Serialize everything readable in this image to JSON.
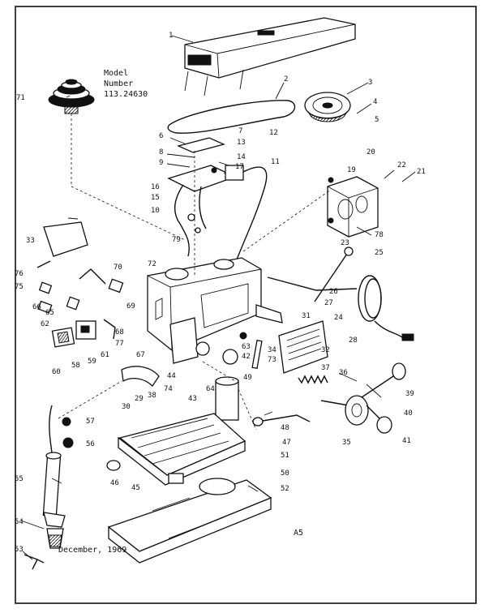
{
  "model": {
    "line1": "Model",
    "line2": "Number",
    "line3": "113.24630"
  },
  "date": "December, 1969",
  "page_code": "A5",
  "callouts": [
    "1",
    "2",
    "3",
    "4",
    "5",
    "6",
    "7",
    "8",
    "9",
    "10",
    "11",
    "12",
    "13",
    "14",
    "15",
    "16",
    "17",
    "19",
    "20",
    "21",
    "22",
    "23",
    "24",
    "25",
    "26",
    "27",
    "28",
    "29",
    "30",
    "31",
    "32",
    "33",
    "34",
    "35",
    "36",
    "37",
    "38",
    "39",
    "40",
    "41",
    "42",
    "43",
    "44",
    "45",
    "46",
    "47",
    "48",
    "49",
    "50",
    "51",
    "52",
    "53",
    "54",
    "55",
    "56",
    "57",
    "58",
    "59",
    "60",
    "61",
    "62",
    "63",
    "64",
    "65",
    "66",
    "67",
    "68",
    "69",
    "70",
    "71",
    "72",
    "73",
    "74",
    "75",
    "76",
    "77",
    "78",
    "79"
  ]
}
